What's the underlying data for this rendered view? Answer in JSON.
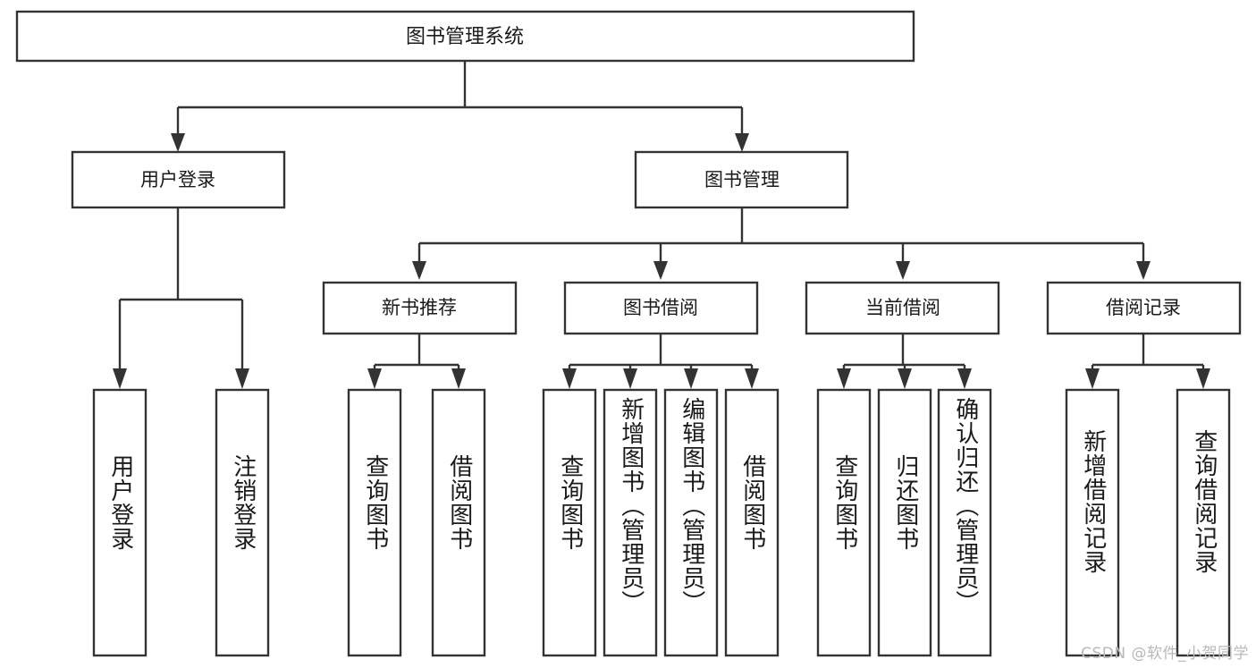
{
  "diagram": {
    "title": "图书管理系统",
    "type": "tree-hierarchy-chart",
    "orientation": "top-down",
    "colors": {
      "box_fill": "#ffffff",
      "box_stroke": "#333333",
      "text": "#1a1a1a",
      "background": "#ffffff",
      "watermark": "#b8b8b8"
    },
    "root": {
      "label": "图书管理系统"
    },
    "level1": [
      {
        "label": "用户登录"
      },
      {
        "label": "图书管理"
      }
    ],
    "level2": [
      {
        "label": "新书推荐"
      },
      {
        "label": "图书借阅"
      },
      {
        "label": "当前借阅"
      },
      {
        "label": "借阅记录"
      }
    ],
    "leaves": {
      "user_login": [
        {
          "label": "用户登录"
        },
        {
          "label": "注销登录"
        }
      ],
      "new_book_recommend": [
        {
          "label": "查询图书"
        },
        {
          "label": "借阅图书"
        }
      ],
      "book_borrow": [
        {
          "label": "查询图书"
        },
        {
          "label": "新增图书（管理员）"
        },
        {
          "label": "编辑图书（管理员）"
        },
        {
          "label": "借阅图书"
        }
      ],
      "current_borrow": [
        {
          "label": "查询图书"
        },
        {
          "label": "归还图书"
        },
        {
          "label": "确认归还（管理员）"
        }
      ],
      "borrow_record": [
        {
          "label": "新增借阅记录"
        },
        {
          "label": "查询借阅记录"
        }
      ]
    },
    "watermark": "CSDN @软件_小贺同学"
  }
}
